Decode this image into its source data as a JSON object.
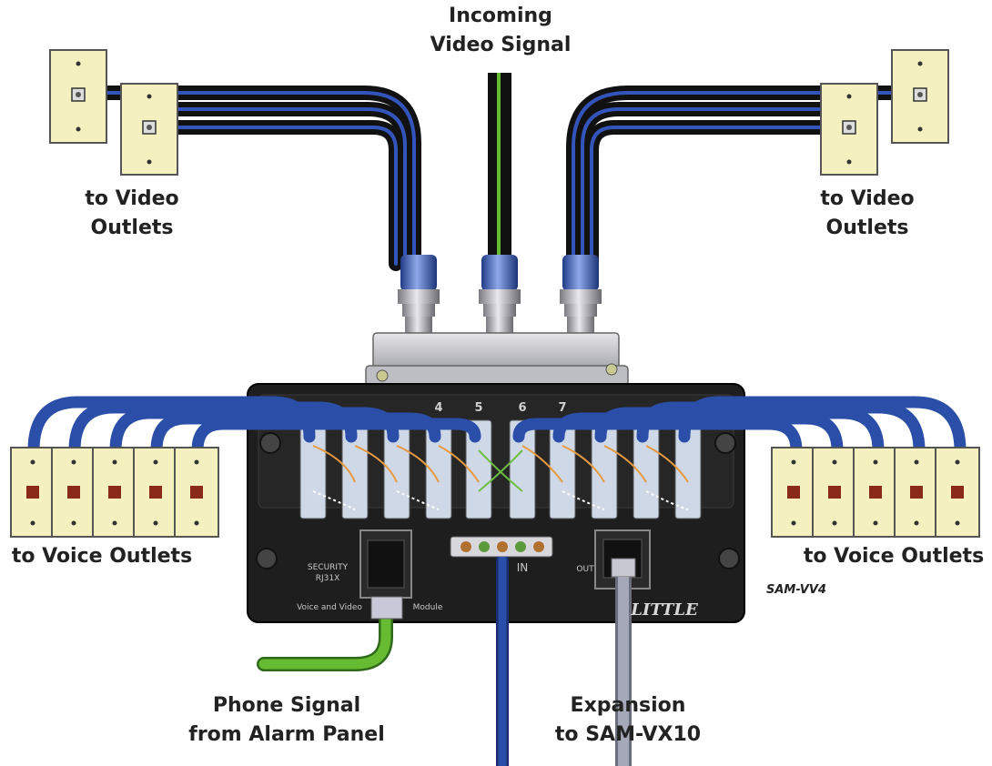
{
  "labels": {
    "incoming_video": [
      "Incoming",
      "Video Signal"
    ],
    "video_outlets_left": [
      "to Video",
      "Outlets"
    ],
    "video_outlets_right": [
      "to Video",
      "Outlets"
    ],
    "voice_outlets_left": "to Voice Outlets",
    "voice_outlets_right": "to Voice Outlets",
    "phone_signal": [
      "Phone Signal",
      "from Alarm Panel"
    ],
    "expansion": [
      "Expansion",
      "to SAM-VX10"
    ],
    "model": "SAM-VV4"
  },
  "module": {
    "port_numbers": [
      "4",
      "5",
      "6",
      "7"
    ],
    "security_label": [
      "SECURITY",
      "RJ31X"
    ],
    "module_caption_left": "Voice and Video",
    "module_caption_right": "Module",
    "out_label": "OUT",
    "in_label": "IN",
    "brand": "LITTLE"
  },
  "colors": {
    "cable_blue": "#2b4fa8",
    "coax_black": "#111111",
    "phone_green": "#66bb33",
    "expansion_gray": "#9aa0b0",
    "outlet_cream": "#f4f0c0",
    "jack_red": "#8a2a1a",
    "panel_dark": "#1e1e1e"
  }
}
